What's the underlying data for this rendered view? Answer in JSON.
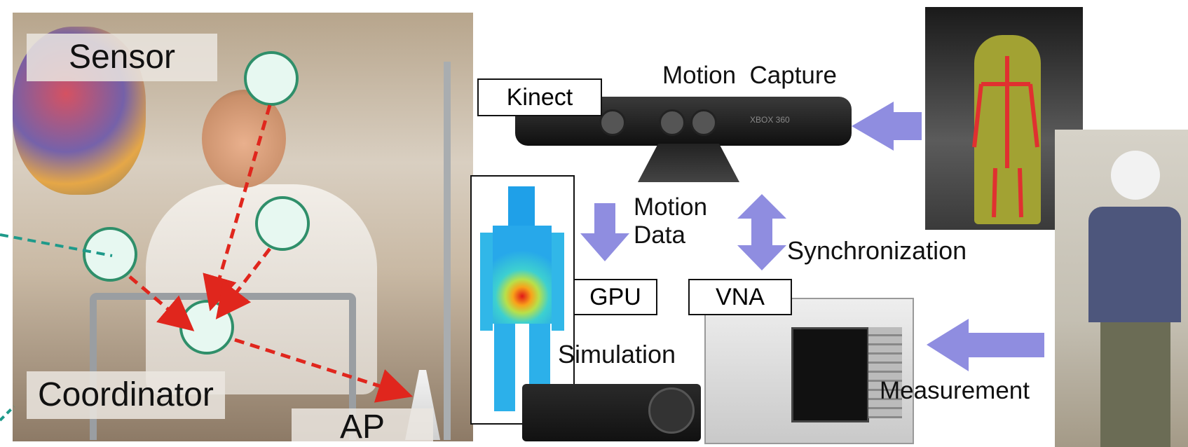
{
  "left_photo": {
    "sensor_label": "Sensor",
    "coordinator_label": "Coordinator",
    "ap_label": "AP"
  },
  "kinect": {
    "box_label": "Kinect",
    "motion_capture_label": "Motion  Capture",
    "device_text": "XBOX 360"
  },
  "flow": {
    "motion_data_label": "Motion\nData",
    "synchronization_label": "Synchronization",
    "gpu_label": "GPU",
    "vna_label": "VNA",
    "simulation_label": "Simulation",
    "measurement_label": "Measurement"
  },
  "colors": {
    "arrow": "#8f8de0",
    "node_fill": "#e7f8f1",
    "node_stroke": "#2f8f6a",
    "dash_red": "#e0261d",
    "dash_teal": "#1e9a8a"
  }
}
